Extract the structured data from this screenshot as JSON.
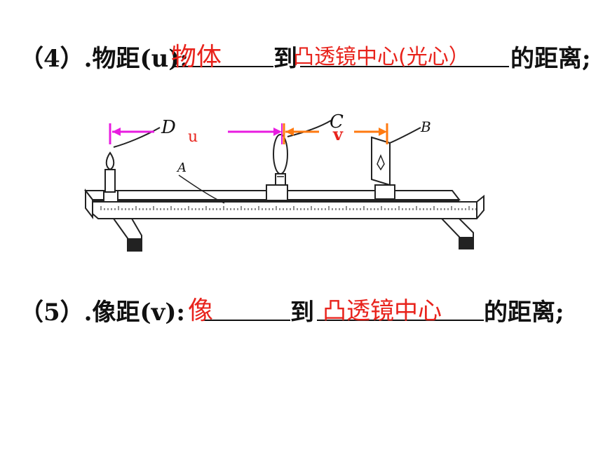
{
  "line4": {
    "prefix": "（4）.物距(u):",
    "answer1": "物体",
    "mid": "到",
    "answer2": "凸透镜中心(光心）",
    "suffix": "的距离;"
  },
  "line5": {
    "prefix": "（5）.像距(v):",
    "answer1": "像",
    "mid": "到",
    "answer2": "凸透镜中心",
    "suffix": "的距离;"
  },
  "figure": {
    "label_d": "D",
    "label_c": "C",
    "label_b": "B",
    "label_a": "A",
    "label_u": "u",
    "label_v": "v",
    "colors": {
      "u_arrow": "#e81ce0",
      "v_arrow": "#ff7a10",
      "answer": "#e8231c"
    }
  }
}
